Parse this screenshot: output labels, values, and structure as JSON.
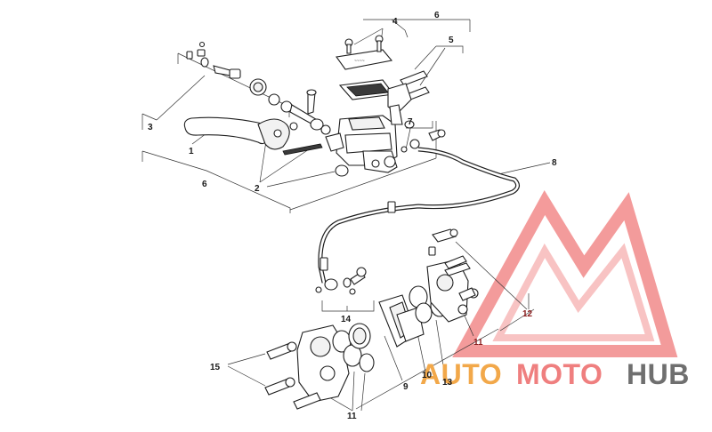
{
  "callouts": [
    {
      "id": "c1",
      "text": "1"
    },
    {
      "id": "c2",
      "text": "2"
    },
    {
      "id": "c3",
      "text": "3"
    },
    {
      "id": "c4",
      "text": "4"
    },
    {
      "id": "c5",
      "text": "5"
    },
    {
      "id": "c6a",
      "text": "6"
    },
    {
      "id": "c6b",
      "text": "6"
    },
    {
      "id": "c7",
      "text": "7"
    },
    {
      "id": "c8",
      "text": "8"
    },
    {
      "id": "c9",
      "text": "9"
    },
    {
      "id": "c10",
      "text": "10"
    },
    {
      "id": "c11a",
      "text": "11"
    },
    {
      "id": "c11b",
      "text": "11"
    },
    {
      "id": "c12",
      "text": "12"
    },
    {
      "id": "c13",
      "text": "13"
    },
    {
      "id": "c14",
      "text": "14"
    },
    {
      "id": "c15",
      "text": "15"
    }
  ],
  "watermark": {
    "part1": "AUTO",
    "part2": "MOTO",
    "part3": "HUB",
    "colors": {
      "auto": "#f2a84a",
      "moto": "#ef7f7f",
      "hub": "#6f6f6f",
      "logo": "#f07a7a"
    }
  }
}
